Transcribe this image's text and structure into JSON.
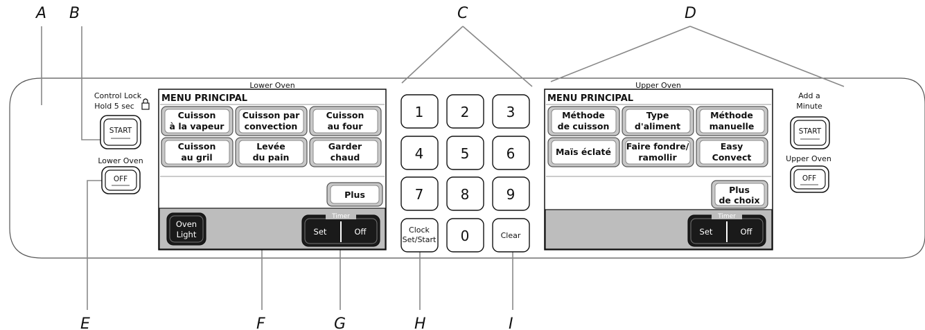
{
  "callouts": [
    "A",
    "B",
    "C",
    "D",
    "E",
    "F",
    "G",
    "H",
    "I"
  ],
  "left_controls": {
    "control_lock": "Control Lock",
    "hold": "Hold 5 sec",
    "start": "START",
    "lower_oven": "Lower Oven",
    "off": "OFF"
  },
  "lower_panel": {
    "title": "Lower Oven",
    "menu": "MENU PRINCIPAL",
    "buttons": [
      [
        "Cuisson",
        "à la vapeur"
      ],
      [
        "Cuisson par",
        "convection"
      ],
      [
        "Cuisson",
        "au four"
      ],
      [
        "Cuisson",
        "au gril"
      ],
      [
        "Levée",
        "du pain"
      ],
      [
        "Garder",
        "chaud"
      ]
    ],
    "plus": "Plus",
    "oven_light": [
      "Oven",
      "Light"
    ],
    "timer": "Timer",
    "set": "Set",
    "off": "Off"
  },
  "keypad": {
    "digits": [
      "1",
      "2",
      "3",
      "4",
      "5",
      "6",
      "7",
      "8",
      "9",
      "0"
    ],
    "clock": [
      "Clock",
      "Set/Start"
    ],
    "clear": "Clear"
  },
  "upper_panel": {
    "title": "Upper Oven",
    "menu": "MENU PRINCIPAL",
    "buttons": [
      [
        "Méthode",
        "de cuisson"
      ],
      [
        "Type",
        "d'aliment"
      ],
      [
        "Méthode",
        "manuelle"
      ],
      [
        "Maïs éclaté"
      ],
      [
        "Faire fondre/",
        "ramollir"
      ],
      [
        "Easy",
        "Convect"
      ]
    ],
    "plus": [
      "Plus",
      "de choix"
    ],
    "timer": "Timer",
    "set": "Set",
    "off": "Off"
  },
  "right_controls": {
    "add": "Add a",
    "minute": "Minute",
    "start": "START",
    "upper_oven": "Upper Oven",
    "off": "OFF"
  }
}
